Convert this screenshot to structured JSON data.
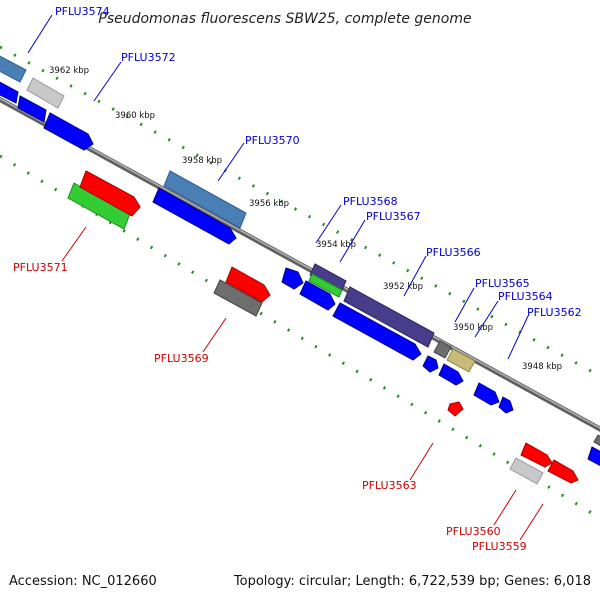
{
  "title": "Pseudomonas fluorescens SBW25, complete genome",
  "accession": "Accession: NC_012660",
  "topology": "Topology: circular; Length: 6,722,539 bp; Genes: 6,018",
  "colors": {
    "backbone": "#808080",
    "tick_dots": "#228b22",
    "label_blue": "#0000cd",
    "label_red": "#cc0000",
    "blue": "#0000ff",
    "steelblue": "#4a7fb5",
    "green": "#33cc33",
    "red": "#ff0000",
    "gray": "#6e6e6e",
    "lightgray": "#c8c8c8",
    "slate": "#483d8b",
    "khaki": "#c8bb7a"
  },
  "scale_labels": [
    "3962 kbp",
    "3960 kbp",
    "3958 kbp",
    "3956 kbp",
    "3954 kbp",
    "3952 kbp",
    "3950 kbp",
    "3948 kbp"
  ],
  "gene_labels": {
    "PFLU3574": "PFLU3574",
    "PFLU3572": "PFLU3572",
    "PFLU3570": "PFLU3570",
    "PFLU3568": "PFLU3568",
    "PFLU3567": "PFLU3567",
    "PFLU3566": "PFLU3566",
    "PFLU3565": "PFLU3565",
    "PFLU3564": "PFLU3564",
    "PFLU3562": "PFLU3562",
    "PFLU3571": "PFLU3571",
    "PFLU3569": "PFLU3569",
    "PFLU3563": "PFLU3563",
    "PFLU3560": "PFLU3560",
    "PFLU3559": "PFLU3559"
  }
}
